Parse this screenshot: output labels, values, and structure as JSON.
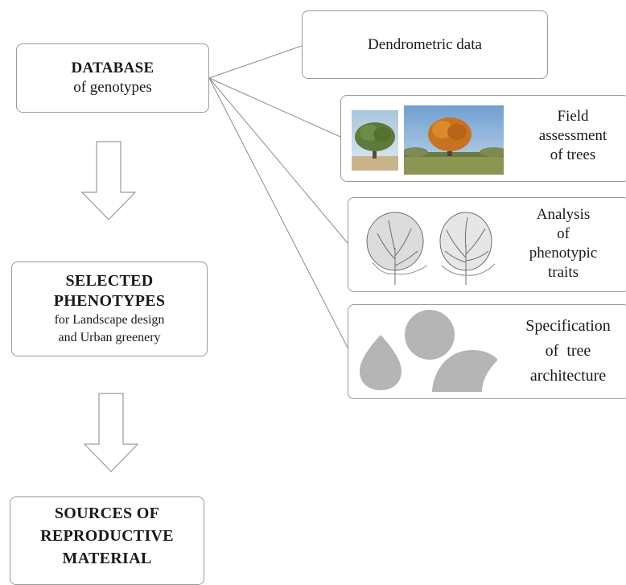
{
  "left_column": {
    "database": {
      "title": "DATABASE",
      "subtitle": "of genotypes"
    },
    "selected": {
      "title_line1": "SELECTED",
      "title_line2": "PHENOTYPES",
      "sub_line1": "for Landscape design",
      "sub_line2": "and Urban greenery"
    },
    "sources": {
      "line1": "SOURCES OF",
      "line2": "REPRODUCTIVE",
      "line3": "MATERIAL"
    }
  },
  "right_column": {
    "dendrometric": {
      "label": "Dendrometric data"
    },
    "field": {
      "line1": "Field",
      "line2": "assessment",
      "line3": "of trees"
    },
    "analysis": {
      "line1": "Analysis",
      "line2": "of",
      "line3": "phenotypic",
      "line4": "traits"
    },
    "specification": {
      "line1": "Specification",
      "line2": "of  tree",
      "line3": "architecture"
    }
  },
  "colors": {
    "border": "#9a9a9a",
    "shape_fill": "#b5b5b5",
    "line": "#8c8c8c"
  }
}
